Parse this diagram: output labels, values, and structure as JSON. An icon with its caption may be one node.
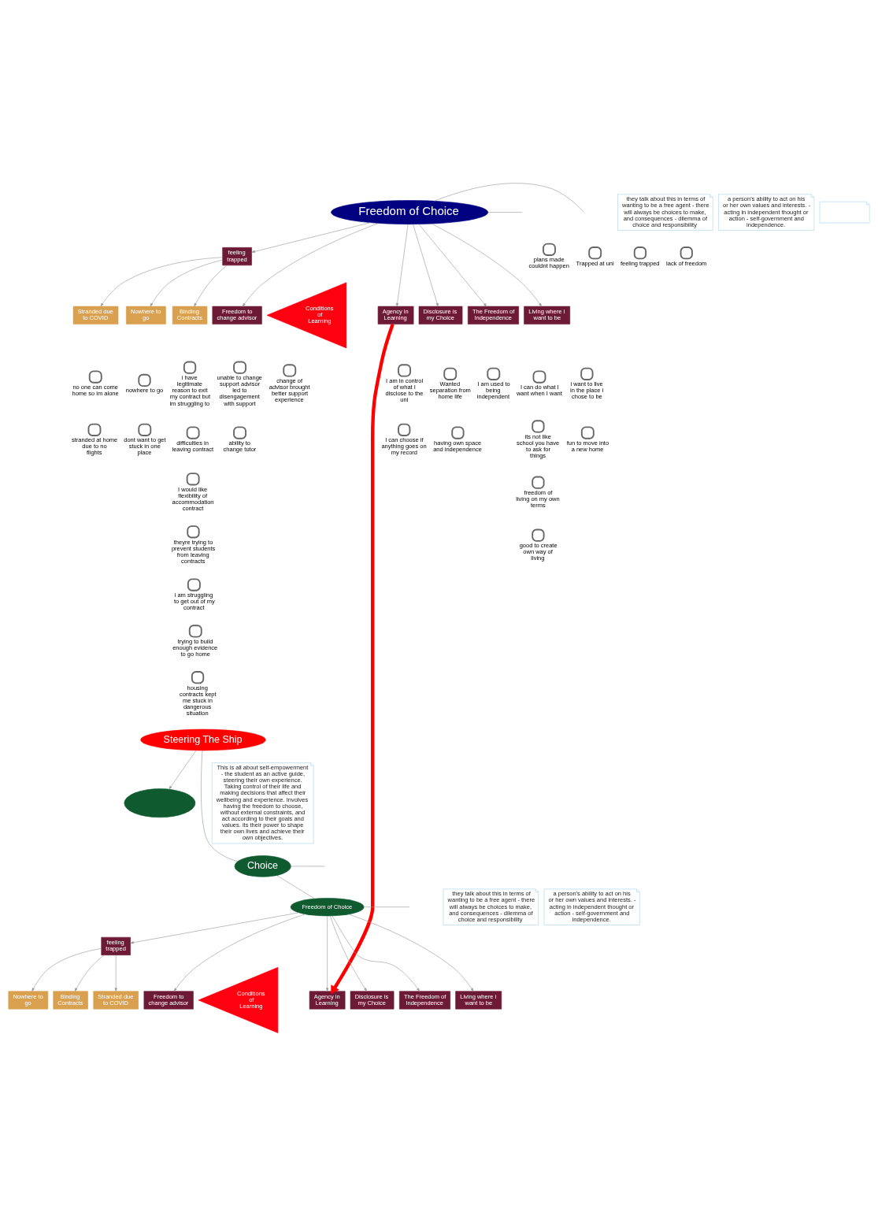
{
  "diagram": {
    "nodes": [
      {
        "text": [
          "Freedom of Choice"
        ]
      },
      {
        "text": [
          "they talk about this in terms of wanting to be a free agent - there will always be choices to make, and consequences - dilemma of choice and responsibility"
        ]
      },
      {
        "text": [
          "a person's ability to act on his or her own values and interests. - acting in independent thought or action - self-government and independence."
        ]
      },
      {
        "text": [
          "feeling trapped"
        ]
      },
      {
        "text": [],
        "shape": "circle",
        "beside": [
          "plans made couldnt happen"
        ]
      },
      {
        "text": [],
        "shape": "circle",
        "beside": [
          "Trapped at uni"
        ]
      },
      {
        "text": [],
        "shape": "circle",
        "beside": [
          "feeling trapped"
        ]
      },
      {
        "text": [],
        "shape": "circle",
        "beside": [
          "lack of freedom"
        ]
      },
      {
        "text": [
          "Stranded due to COVID"
        ]
      },
      {
        "text": [
          "Nowhere to go"
        ]
      },
      {
        "text": [
          "Binding Contracts"
        ]
      },
      {
        "text": [],
        "shape": "circle",
        "beside": [
          "no one can come home so im alone"
        ]
      },
      {
        "text": [],
        "shape": "circle",
        "beside": [
          "stranded at home due to no flights"
        ]
      },
      {
        "text": [],
        "shape": "circle",
        "beside": [
          "nowhere to go"
        ]
      },
      {
        "text": [],
        "shape": "circle",
        "beside": [
          "dont want to get stuck in one place"
        ]
      },
      {
        "text": [],
        "shape": "circle",
        "beside": [
          "i have legitimate reason to exit my contract but im struggling to"
        ]
      },
      {
        "text": [],
        "shape": "circle",
        "beside": [
          "difficulties in leaving contract"
        ]
      },
      {
        "text": [],
        "shape": "circle",
        "beside": [
          "I would like flexibility of accommodation contract"
        ]
      },
      {
        "text": [],
        "shape": "circle",
        "beside": [
          "theyre trying to prevent students from leaving contracts"
        ]
      },
      {
        "text": [],
        "shape": "circle",
        "beside": [
          "i am struggling to get out of my contract"
        ]
      },
      {
        "text": [],
        "shape": "circle",
        "beside": [
          "trying to build enough evidence to go home"
        ]
      },
      {
        "text": [],
        "shape": "circle",
        "beside": [
          "housing contracts kept me stuck in dangerous situation"
        ]
      },
      {
        "text": [
          "Freedom to change advisor"
        ]
      },
      {
        "text": [],
        "shape": "circle",
        "beside": [
          "unable to change support advisor led to disengagement with support"
        ]
      },
      {
        "text": [],
        "shape": "circle",
        "beside": [
          "change of advisor brought better support experience"
        ]
      },
      {
        "text": [],
        "shape": "circle",
        "beside": [
          "ability to change tutor"
        ]
      },
      {
        "text": [
          "Conditions of Learning"
        ]
      },
      {
        "text": [
          "Agency in Learning"
        ]
      },
      {
        "text": [
          "Disclosure is my Choice"
        ]
      },
      {
        "text": [],
        "shape": "circle",
        "beside": [
          "I am in control of what I disclose to the uni"
        ]
      },
      {
        "text": [],
        "shape": "circle",
        "beside": [
          "I can choose if anything goes on my record"
        ]
      },
      {
        "text": [
          "The Freedom of Independence"
        ]
      },
      {
        "text": [],
        "shape": "circle",
        "beside": [
          "I can do what I want when I want"
        ]
      },
      {
        "text": [],
        "shape": "circle",
        "beside": [
          "Wanted separation from home life"
        ]
      },
      {
        "text": [],
        "shape": "circle",
        "beside": [
          "I am used to being independent"
        ]
      },
      {
        "text": [],
        "shape": "circle",
        "beside": [
          "its not like school you have to ask for things"
        ]
      },
      {
        "text": [],
        "shape": "circle",
        "beside": [
          "having own space and independence"
        ]
      },
      {
        "text": [],
        "shape": "circle",
        "beside": [
          "freedom of living on my own terms"
        ]
      },
      {
        "text": [],
        "shape": "circle",
        "beside": [
          "good to create own way of living"
        ]
      },
      {
        "text": [
          "Living where i want to be"
        ]
      },
      {
        "text": [],
        "shape": "circle",
        "beside": [
          "i want to live in the place i chose to be"
        ]
      },
      {
        "text": [],
        "shape": "circle",
        "beside": [
          "fun to move into a new home"
        ]
      },
      {
        "text": [
          "Steering The Ship"
        ]
      },
      {
        "text": [
          "This is all about self-empowerment - the student as an active guide, steering their own experience. Taking control of their life and making decisions that affect their wellbeing and experience. Involves having the freedom to choose, without external constraints, and act according to their goals and values. its their power to shape their own lives and achieve their own objectives."
        ]
      },
      {
        "text": [
          "Choice"
        ]
      },
      {
        "text": [
          "Freedom of Choice"
        ]
      },
      {
        "text": [
          "they talk about this in terms of wanting to be a free agent - there will always be choices to make, and consequences - dilemma of choice and responsibility"
        ]
      },
      {
        "text": [
          "a person's ability to act on his or her own values and interests. - acting in independent thought or action - self-government and independence."
        ]
      },
      {
        "text": [
          "feeling trapped"
        ]
      },
      {
        "text": [
          "Stranded due to COVID"
        ]
      },
      {
        "text": [
          "Nowhere to go"
        ]
      },
      {
        "text": [
          "Binding Contracts"
        ]
      },
      {
        "text": [
          "Freedom to change advisor"
        ]
      },
      {
        "text": [
          "Conditions of Learning"
        ]
      },
      {
        "text": [
          "Agency in Learning"
        ]
      },
      {
        "text": [
          "Disclosure is my Choice"
        ]
      },
      {
        "text": [
          "The Freedom of Independence"
        ]
      },
      {
        "text": [
          "Living where i want to be"
        ]
      },
      {
        "text": [],
        "shape": "ellipse"
      },
      {
        "text": [],
        "shape": "note"
      }
    ],
    "edges": [
      {
        "from": 0,
        "to": 3,
        "arrow": "to"
      },
      {
        "from": 0,
        "to": 22,
        "arrow": "to"
      },
      {
        "from": 0,
        "to": 27,
        "arrow": "to"
      },
      {
        "from": 0,
        "to": 28,
        "arrow": "to"
      },
      {
        "from": 0,
        "to": 31,
        "arrow": "to"
      },
      {
        "from": 0,
        "to": 39,
        "arrow": "to"
      },
      {
        "from": 0,
        "to": null,
        "arrow": "none"
      },
      {
        "from": 0,
        "to": null,
        "arrow": "none"
      },
      {
        "from": 3,
        "to": 8,
        "arrow": "to"
      },
      {
        "from": 3,
        "to": 9,
        "arrow": "to"
      },
      {
        "from": 3,
        "to": 10,
        "arrow": "to"
      },
      {
        "from": 27,
        "to": 54,
        "arrow": "to",
        "style": "thick",
        "color": "#ff0000"
      },
      {
        "from": 42,
        "to": 58,
        "arrow": "to"
      },
      {
        "from": 42,
        "to": 44,
        "arrow": "none"
      },
      {
        "from": 44,
        "to": 45,
        "arrow": "none"
      },
      {
        "from": 44,
        "to": null,
        "arrow": "none"
      },
      {
        "from": 45,
        "to": 48,
        "arrow": "to"
      },
      {
        "from": 45,
        "to": 52,
        "arrow": "to"
      },
      {
        "from": 45,
        "to": 54,
        "arrow": "to"
      },
      {
        "from": 45,
        "to": 55,
        "arrow": "to"
      },
      {
        "from": 45,
        "to": 56,
        "arrow": "to"
      },
      {
        "from": 45,
        "to": 57,
        "arrow": "to"
      },
      {
        "from": 45,
        "to": null,
        "arrow": "none"
      },
      {
        "from": 48,
        "to": 49,
        "arrow": "to"
      },
      {
        "from": 48,
        "to": 50,
        "arrow": "to"
      },
      {
        "from": 48,
        "to": 51,
        "arrow": "to"
      }
    ]
  }
}
